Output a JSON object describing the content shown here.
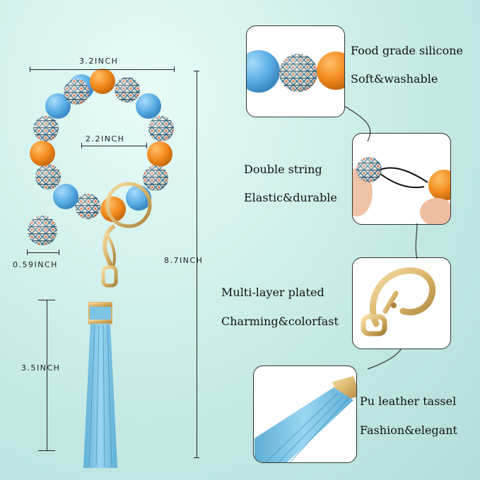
{
  "measurements": {
    "bracelet_width": "3.2INCH",
    "inner_width": "2.2INCH",
    "bead_diameter": "0.59INCH",
    "total_length": "8.7INCH",
    "tassel_length": "3.5INCH"
  },
  "features": [
    {
      "line1": "Food grade silicone",
      "line2": "Soft&washable"
    },
    {
      "line1": "Double string",
      "line2": "Elastic&durable"
    },
    {
      "line1": "Multi-layer plated",
      "line2": "Charming&colorfast"
    },
    {
      "line1": "Pu leather tassel",
      "line2": "Fashion&elegant"
    }
  ],
  "colors": {
    "blue_bead": "#5aaee6",
    "orange_bead": "#f28a1e",
    "gold": "#d9b36a",
    "tassel": "#7cc3e6"
  }
}
